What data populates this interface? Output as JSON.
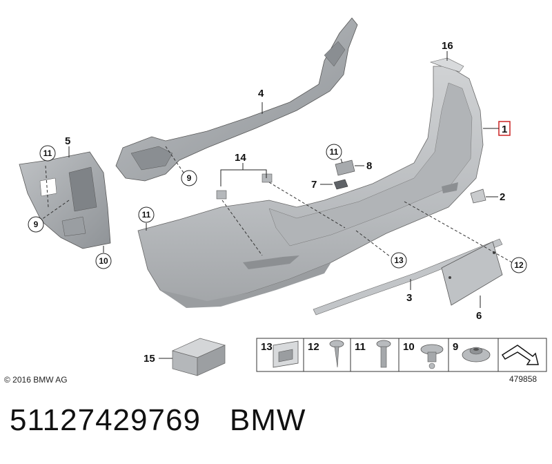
{
  "callouts": {
    "c1": "1",
    "c2": "2",
    "c3": "3",
    "c4": "4",
    "c5": "5",
    "c6": "6",
    "c7": "7",
    "c8": "8",
    "c14": "14",
    "c15": "15",
    "c16": "16"
  },
  "circled": {
    "c9a": "9",
    "c9b": "9",
    "c10": "10",
    "c11a": "11",
    "c11b": "11",
    "c11c": "11",
    "c12": "12",
    "c13": "13"
  },
  "legend": {
    "items": [
      "13",
      "12",
      "11",
      "10",
      "9"
    ]
  },
  "copyright": "© 2016 BMW AG",
  "diagram_number": "479858",
  "caption": {
    "part_number": "51127429769",
    "brand": "BMW"
  },
  "colors": {
    "part_fill": "#c4c6c8",
    "part_shade": "#9fa2a5",
    "highlight_box": "#cc2222"
  }
}
